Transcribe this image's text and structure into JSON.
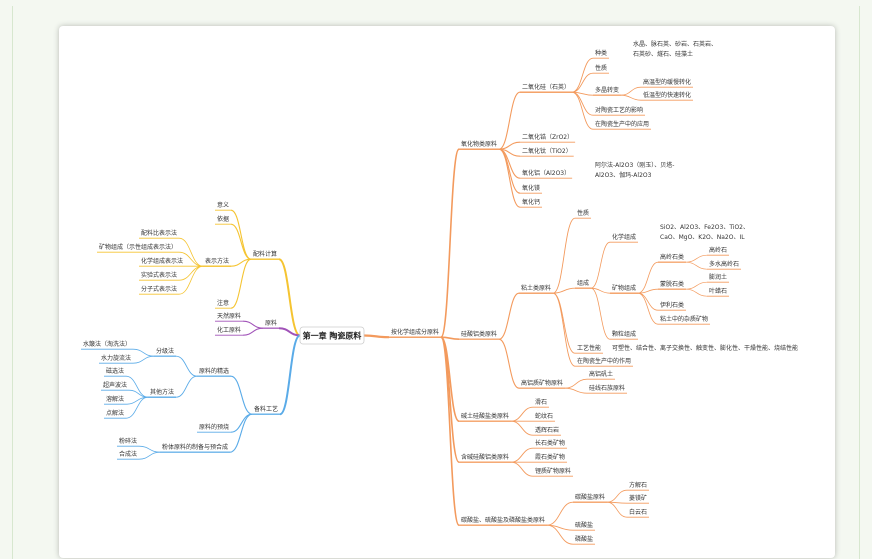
{
  "root": "第一章 陶瓷原料",
  "colors": {
    "orange": "#f39a5d",
    "yellow": "#f5c431",
    "purple": "#a052b8",
    "blue": "#5aabe8",
    "root_border": "#cccccc"
  },
  "orange_branch": {
    "label": "按化学组成分原料",
    "oxide": {
      "label": "氧化物类原料",
      "silica": {
        "label": "二氧化硅（石英）",
        "kinds_label": "种类",
        "kinds_text": [
          "水晶、脉石英、砂岩、石英岩、",
          "石英砂、燧石、硅藻土"
        ],
        "nature": "性质",
        "transform_label": "多晶转变",
        "transform": [
          "高温型的缓慢转化",
          "低温型的快速转化"
        ],
        "effect": "对陶瓷工艺的影响",
        "usage": "在陶瓷生产中的应用"
      },
      "others": [
        "二氧化锆（ZrO2）",
        "二氧化钛（TiO2）"
      ],
      "alumina": {
        "label": "氧化铝（Al2O3）",
        "text": [
          "阿尔法-Al2O3（刚玉）、贝塔-",
          "Al2O3、伽玛-Al2O3"
        ]
      },
      "tail": [
        "氧化镁",
        "氧化钙"
      ]
    },
    "aluminosilicate": {
      "label": "硅酸铝类原料",
      "clay": {
        "label": "粘土类原料",
        "nature": "性质",
        "composition": "组成",
        "chem_label": "化学组成",
        "chem_text": [
          "SiO2、Al2O3、Fe2O3、TiO2、",
          "CaO、MgO、K2O、Na2O、IL"
        ],
        "mineral_label": "矿物组成",
        "kaolin": {
          "label": "高岭石类",
          "items": [
            "高岭石",
            "多水高岭石"
          ]
        },
        "montmor": {
          "label": "蒙脱石类",
          "items": [
            "膨润土",
            "叶蜡石"
          ]
        },
        "illite": "伊利石类",
        "impurity": "粘土中的杂质矿物",
        "particle": "颗粒组成",
        "process_label": "工艺性能",
        "process_text": "可塑性、结合性、离子交换性、触变性、膨化性、干燥性能、烧结性能",
        "role": "在陶瓷生产中的作用"
      },
      "high_alumina": {
        "label": "高铝质矿物原料",
        "items": [
          "高铝矾土",
          "硅线石族原料"
        ]
      }
    },
    "alkaline_earth": {
      "label": "碱土硅酸盐类原料",
      "items": [
        "滑石",
        "蛇纹石",
        "透辉石岩"
      ]
    },
    "alkali": {
      "label": "含碱硅酸铝类原料",
      "items": [
        "长石类矿物",
        "霞石类矿物",
        "锂质矿物原料"
      ]
    },
    "carbonate": {
      "label": "碳酸盐、硫酸盐及磷酸盐类原料",
      "carb": {
        "label": "碳酸盐原料",
        "items": [
          "方解石",
          "菱镁矿",
          "白云石"
        ]
      },
      "sulfate": "硫酸盐",
      "phosphate": "磷酸盐"
    }
  },
  "yellow_branch": {
    "label": "配料计算",
    "meaning": "意义",
    "basis": "依据",
    "methods_label": "表示方法",
    "methods": [
      "配料比表示法",
      "矿物组成（示性组成表示法）",
      "化学组成表示法",
      "实验式表示法",
      "分子式表示法"
    ],
    "note": "注意"
  },
  "purple_branch": {
    "label": "原料",
    "items": [
      "天然原料",
      "化工原料"
    ]
  },
  "blue_branch": {
    "label": "备料工艺",
    "selection": {
      "label": "原料的精选",
      "grading_label": "分级法",
      "grading": [
        "水簸法（淘洗法）",
        "水力旋流法"
      ],
      "other_label": "其他方法",
      "other": [
        "磁选法",
        "超声波法",
        "溶解法",
        "点解法"
      ]
    },
    "pretreat": "原料的预烧",
    "powder": {
      "label": "粉体原料的制备与预合成",
      "items": [
        "粉碎法",
        "合成法"
      ]
    }
  }
}
